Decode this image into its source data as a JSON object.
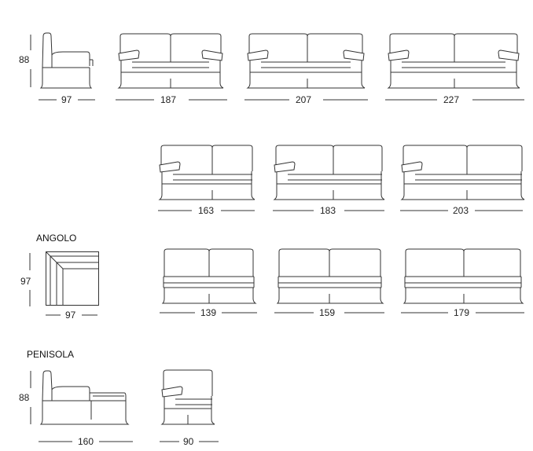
{
  "colors": {
    "line": "#333333",
    "text": "#222222",
    "background": "#ffffff"
  },
  "sections": {
    "angolo_title": "ANGOLO",
    "penisola_title": "PENISOLA"
  },
  "row1": {
    "armchair_height": "88",
    "armchair_width": "97",
    "sofa_a_width": "187",
    "sofa_b_width": "207",
    "sofa_c_width": "227"
  },
  "row2": {
    "left_a_width": "163",
    "left_b_width": "183",
    "left_c_width": "203"
  },
  "row3": {
    "corner_height": "97",
    "corner_width": "97",
    "armless_a_width": "139",
    "armless_b_width": "159",
    "armless_c_width": "179"
  },
  "row4": {
    "penisola_height": "88",
    "penisola_width": "160",
    "single_left_width": "90"
  }
}
